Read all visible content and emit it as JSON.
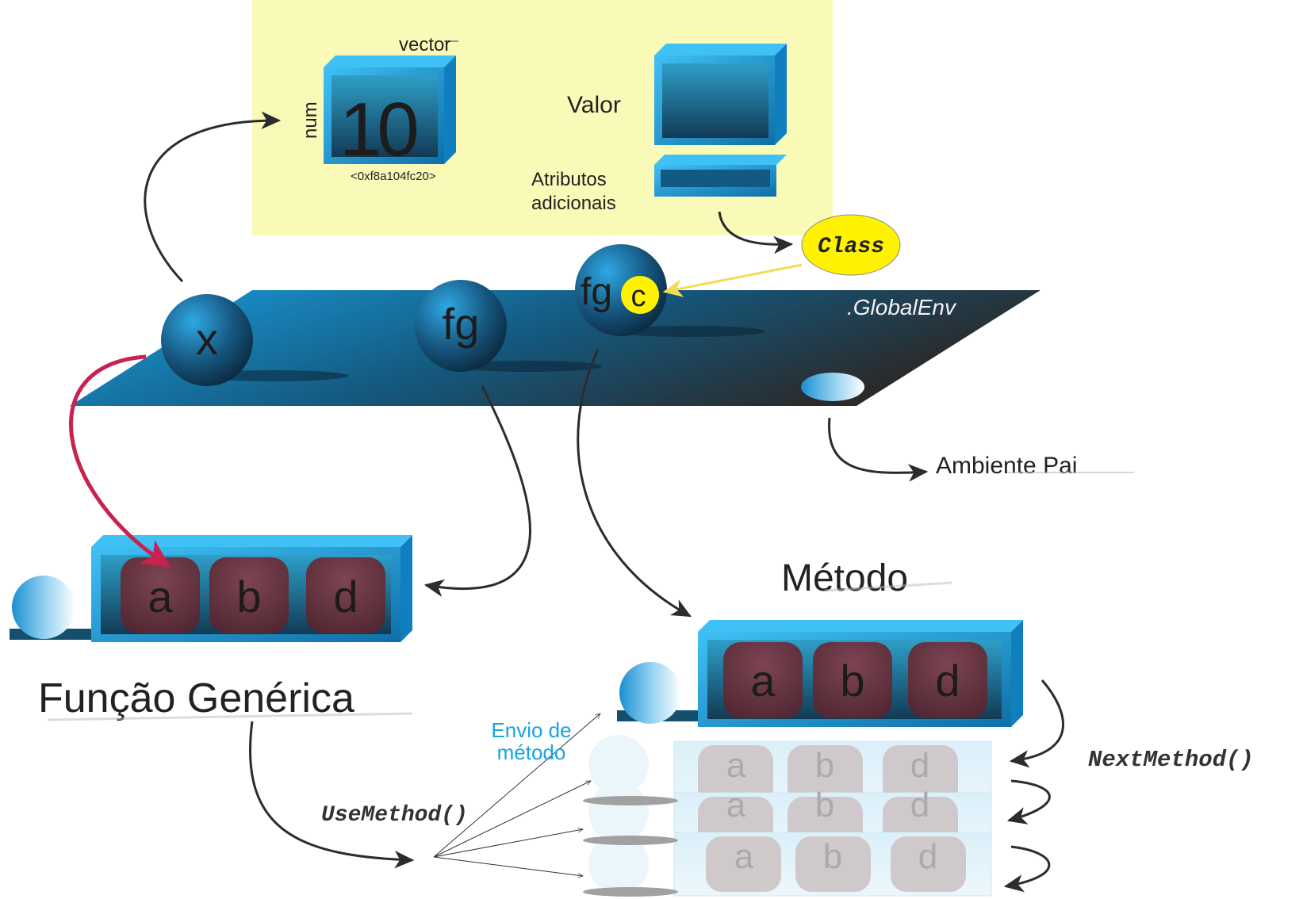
{
  "object_box": {
    "type_label": "vector",
    "mode_label": "num",
    "value": "10",
    "address": "<0xf8a104fc20>",
    "value_label": "Valor",
    "attributes_label_line1": "Atributos",
    "attributes_label_line2": "adicionais",
    "class_bubble": "Class"
  },
  "environment": {
    "name": ".GlobalEnv",
    "symbols": [
      "x",
      "fg",
      "fg"
    ],
    "class_marker": "c",
    "parent_label": "Ambiente Pai"
  },
  "generic_function": {
    "args": [
      "a",
      "b",
      "d"
    ],
    "title": "Função Genérica",
    "dispatch_call": "UseMethod()"
  },
  "method": {
    "title": "Método",
    "args": [
      "a",
      "b",
      "d"
    ],
    "next_call": "NextMethod()",
    "dispatch_label_line1": "Envio de",
    "dispatch_label_line2": "método"
  },
  "colors": {
    "accent_blue": "#1d9ad6",
    "dark_navy": "#13344d",
    "panel_yellow": "#fafab8",
    "arg_maroon": "#6f3a47",
    "highlight_arrow": "#c8224f",
    "class_yellow": "#fff000",
    "dispatch_text": "#1aa3e0"
  }
}
